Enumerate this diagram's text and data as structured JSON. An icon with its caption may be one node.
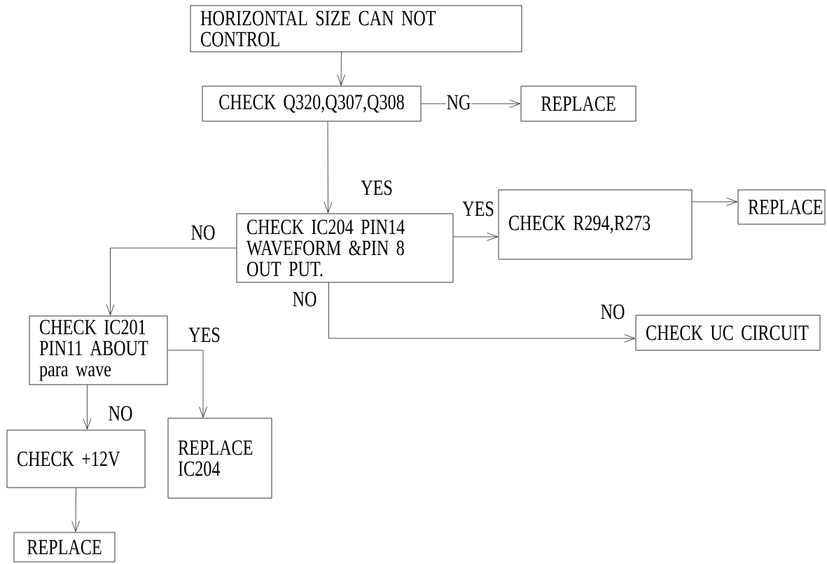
{
  "diagram": {
    "nodes": [
      {
        "text": [
          "HORIZONTAL SIZE CAN NOT CONTROL"
        ]
      },
      {
        "text": [
          "CHECK Q320,Q307,Q308"
        ]
      },
      {
        "text": [
          "REPLACE"
        ]
      },
      {
        "text": [
          "CHECK IC204 PIN14 WAVEFORM &PIN 8 OUT PUT."
        ]
      },
      {
        "text": [
          "CHECK R294,R273"
        ]
      },
      {
        "text": [
          "REPLACE"
        ]
      },
      {
        "text": [
          "CHECK IC201 PIN11 ABOUT para wave"
        ]
      },
      {
        "text": [
          "CHECK UC CIRCUIT"
        ]
      },
      {
        "text": [
          "CHECK +12V"
        ]
      },
      {
        "text": [
          "REPLACE IC204"
        ]
      },
      {
        "text": [
          "REPLACE"
        ]
      }
    ],
    "edges": [
      {
        "from": 0,
        "to": 1,
        "arrow": "to"
      },
      {
        "from": 1,
        "to": 2,
        "arrow": "to",
        "label": "NG"
      },
      {
        "from": 1,
        "to": 3,
        "arrow": "to",
        "label": "YES"
      },
      {
        "from": 3,
        "to": 4,
        "arrow": "to",
        "label": "YES"
      },
      {
        "from": 4,
        "to": 5,
        "arrow": "to"
      },
      {
        "from": 3,
        "to": 6,
        "arrow": "to",
        "label": "NO"
      },
      {
        "from": 3,
        "to": 7,
        "arrow": "to",
        "label": "NO"
      },
      {
        "from": 6,
        "to": 9,
        "arrow": "to",
        "label": "YES"
      },
      {
        "from": 6,
        "to": 8,
        "arrow": "to",
        "label": "NO"
      },
      {
        "from": 8,
        "to": 10,
        "arrow": "to"
      }
    ],
    "labels": [
      "NO"
    ]
  }
}
